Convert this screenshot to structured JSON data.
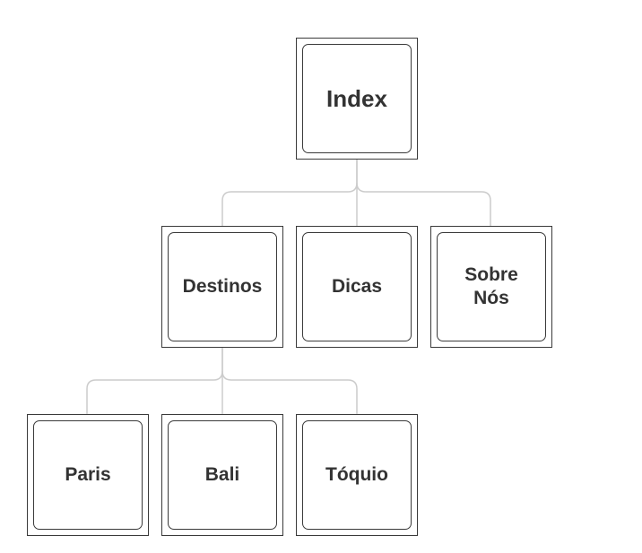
{
  "diagram": {
    "root": {
      "label": "Index"
    },
    "level1": [
      {
        "label": "Destinos"
      },
      {
        "label": "Dicas"
      },
      {
        "label": "Sobre\nNós"
      }
    ],
    "level2": [
      {
        "label": "Paris"
      },
      {
        "label": "Bali"
      },
      {
        "label": "Tóquio"
      }
    ]
  },
  "colors": {
    "connector": "#cccccc",
    "border": "#3a3a3a",
    "text": "#333333"
  }
}
